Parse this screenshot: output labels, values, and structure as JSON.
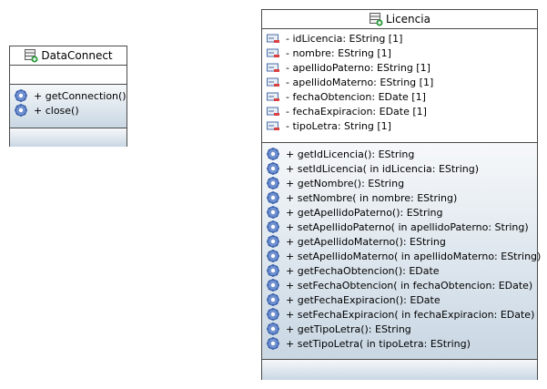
{
  "classes": {
    "dataconnect": {
      "name": "DataConnect",
      "attributes": [],
      "operations": [
        "+ getConnection()",
        "+ close()"
      ]
    },
    "licencia": {
      "name": "Licencia",
      "attributes": [
        "- idLicencia: EString [1]",
        "- nombre: EString [1]",
        "- apellidoPaterno: EString [1]",
        "- apellidoMaterno: EString [1]",
        "- fechaObtencion: EDate [1]",
        "- fechaExpiracion: EDate [1]",
        "- tipoLetra: String [1]"
      ],
      "operations": [
        "+ getIdLicencia(): EString",
        "+ setIdLicencia(  in idLicencia: EString)",
        "+ getNombre(): EString",
        "+ setNombre(  in nombre: EString)",
        "+ getApellidoPaterno(): EString",
        "+ setApellidoPaterno(  in apellidoPaterno: String)",
        "+ getApellidoMaterno(): EString",
        "+ setApellidoMaterno(  in apellidoMaterno: EString)",
        "+ getFechaObtencion(): EDate",
        "+ setFechaObtencion(  in fechaObtencion: EDate)",
        "+ getFechaExpiracion(): EDate",
        "+ setFechaExpiracion(  in fechaExpiracion: EDate)",
        "+ getTipoLetra(): EString",
        "+ setTipoLetra(  in tipoLetra: EString)"
      ]
    }
  },
  "icons": {
    "class": "class-icon",
    "attribute": "attribute-icon",
    "operation": "operation-icon"
  },
  "colors": {
    "border": "#4a4a4a",
    "compartment_top": "#f6f8fa",
    "compartment_bottom": "#c9d7e3",
    "op_icon": "#2f58a6",
    "attr_icon_red": "#d94040",
    "class_icon_green": "#2a9a3a"
  }
}
